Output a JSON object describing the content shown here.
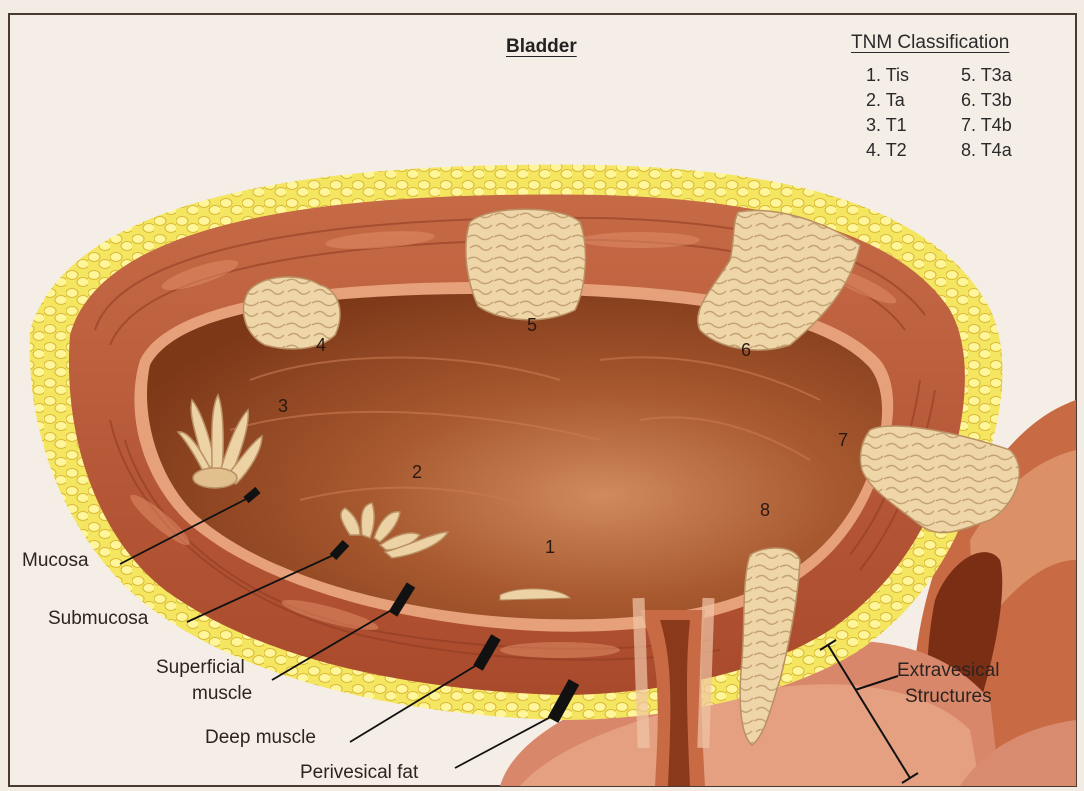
{
  "title": "Bladder",
  "classification": {
    "heading": "TNM Classification",
    "items": [
      {
        "number": "1.",
        "stage": "Tis"
      },
      {
        "number": "2.",
        "stage": "Ta"
      },
      {
        "number": "3.",
        "stage": "T1"
      },
      {
        "number": "4.",
        "stage": "T2"
      },
      {
        "number": "5.",
        "stage": "T3a"
      },
      {
        "number": "6.",
        "stage": "T3b"
      },
      {
        "number": "7.",
        "stage": "T4b"
      },
      {
        "number": "8.",
        "stage": "T4a"
      }
    ]
  },
  "tumor_numbers": [
    "1",
    "2",
    "3",
    "4",
    "5",
    "6",
    "7",
    "8"
  ],
  "layer_labels": {
    "mucosa": "Mucosa",
    "submucosa": "Submucosa",
    "superficial_muscle_line1": "Superficial",
    "superficial_muscle_line2": "muscle",
    "deep_muscle": "Deep muscle",
    "perivesical_fat": "Perivesical fat"
  },
  "extravesical": {
    "line1": "Extravesical",
    "line2": "Structures"
  },
  "colors": {
    "background": "#f3ece4",
    "fat": "#f2e35a",
    "muscle": "#b8583a",
    "lumen": "#9a4a25",
    "tumor": "#ecd2a4"
  }
}
